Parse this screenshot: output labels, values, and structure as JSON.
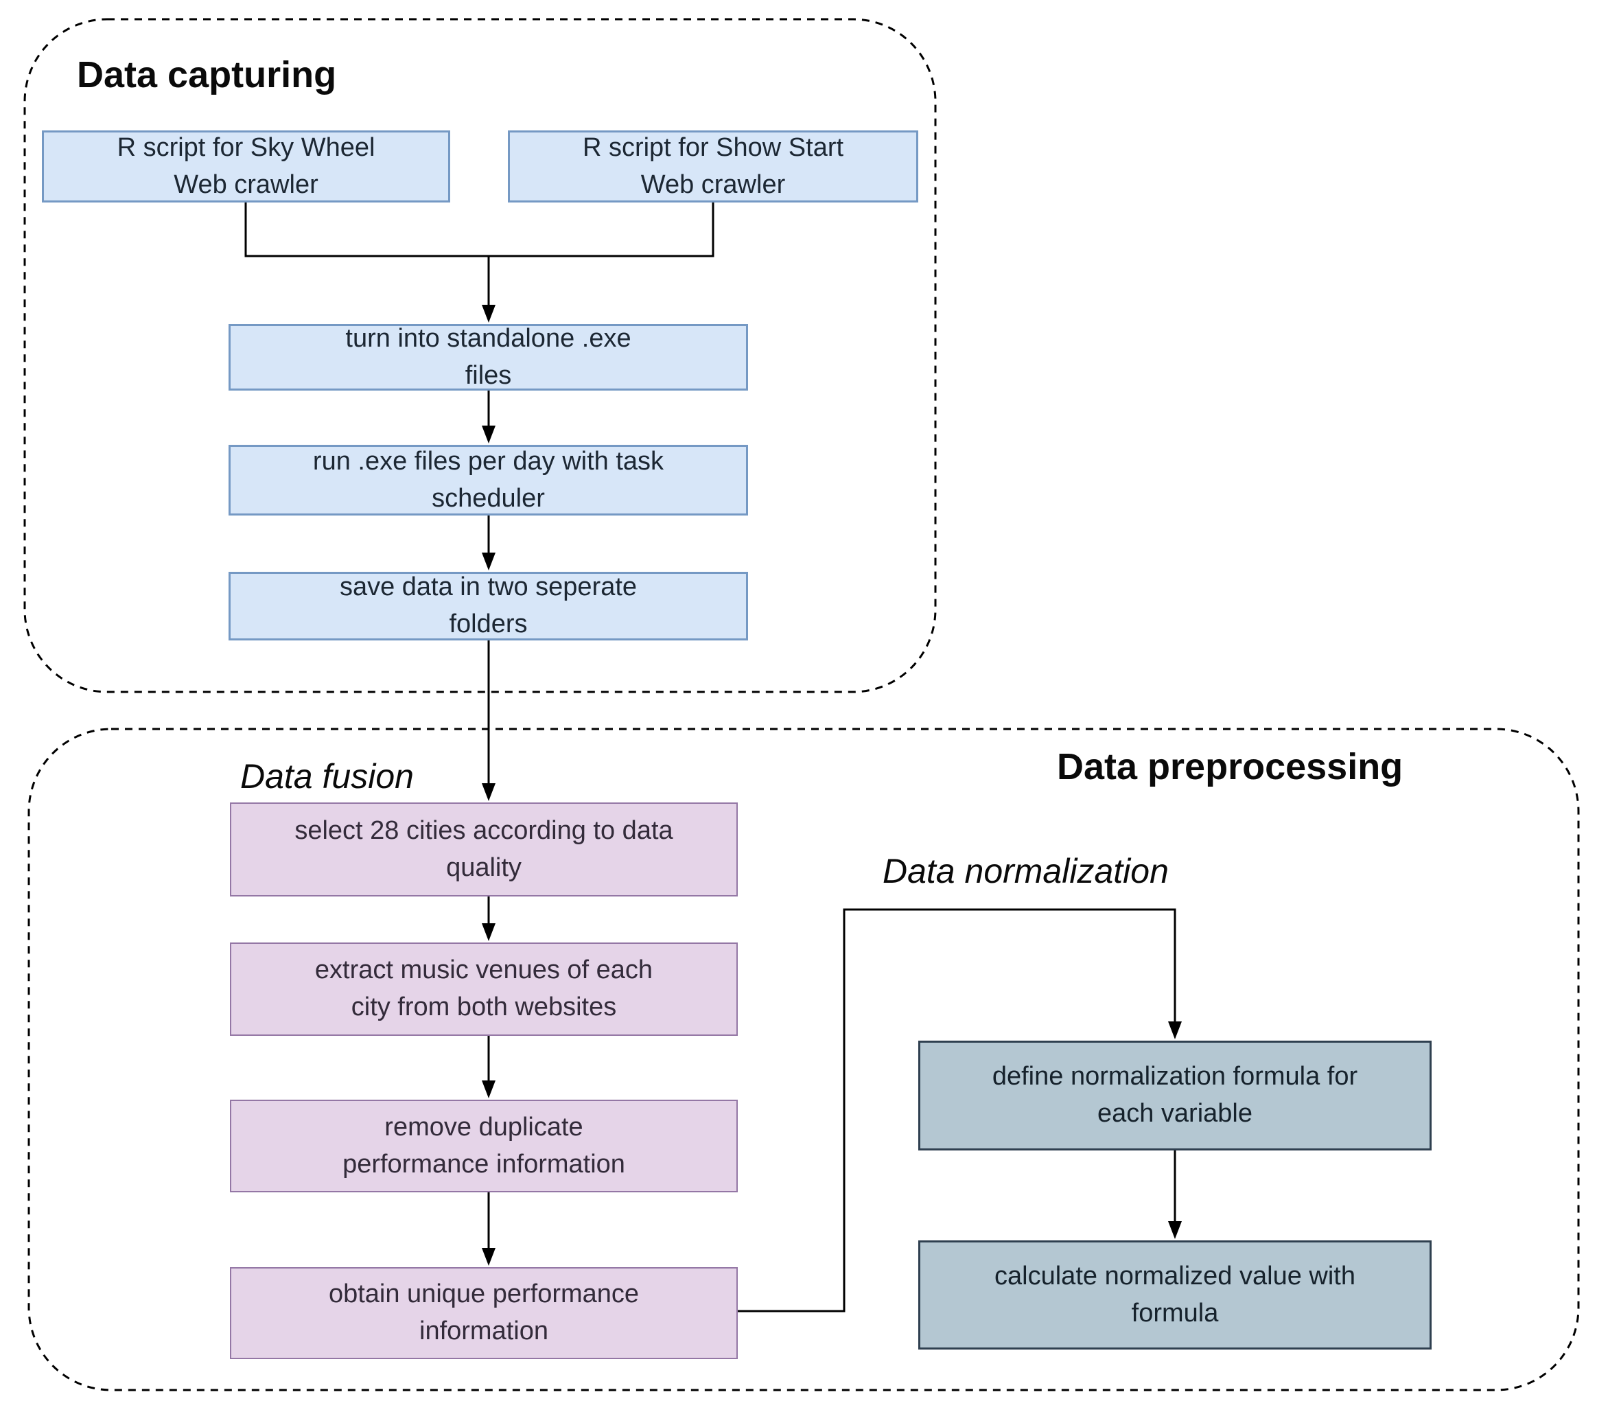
{
  "figure": {
    "type": "flowchart",
    "background": "#ffffff"
  },
  "sections": {
    "capturing": {
      "title": "Data capturing"
    },
    "preprocessing": {
      "title": "Data preprocessing",
      "fusion_label": "Data fusion",
      "normalization_label": "Data normalization"
    }
  },
  "nodes": {
    "sky_wheel": {
      "label": "R script for Sky Wheel\nWeb crawler",
      "group": "capturing"
    },
    "show_start": {
      "label": "R script for Show Start\nWeb crawler",
      "group": "capturing"
    },
    "exe_files": {
      "label": "turn into standalone .exe\nfiles",
      "group": "capturing"
    },
    "task_scheduler": {
      "label": "run .exe files per day with task\nscheduler",
      "group": "capturing"
    },
    "save_folders": {
      "label": "save data in two seperate\nfolders",
      "group": "capturing"
    },
    "select_cities": {
      "label": "select 28 cities according to data\nquality",
      "group": "fusion"
    },
    "extract_venues": {
      "label": "extract music venues of each\ncity from both websites",
      "group": "fusion"
    },
    "remove_duplicates": {
      "label": "remove duplicate\nperformance information",
      "group": "fusion"
    },
    "obtain_unique": {
      "label": "obtain unique performance\ninformation",
      "group": "fusion"
    },
    "define_formula": {
      "label": "define normalization formula for\neach variable",
      "group": "normalization"
    },
    "calculate_value": {
      "label": "calculate normalized value with\nformula",
      "group": "normalization"
    }
  },
  "colors": {
    "capture_node_fill": "#d7e6f8",
    "capture_node_stroke": "#7599c4",
    "fusion_node_fill": "#e5d4e8",
    "fusion_node_stroke": "#9477a5",
    "normalization_node_fill": "#b4c7d2",
    "normalization_node_stroke": "#2f4050",
    "connector": "#000000",
    "container_border": "#000000",
    "text": "#1a1a1a"
  }
}
